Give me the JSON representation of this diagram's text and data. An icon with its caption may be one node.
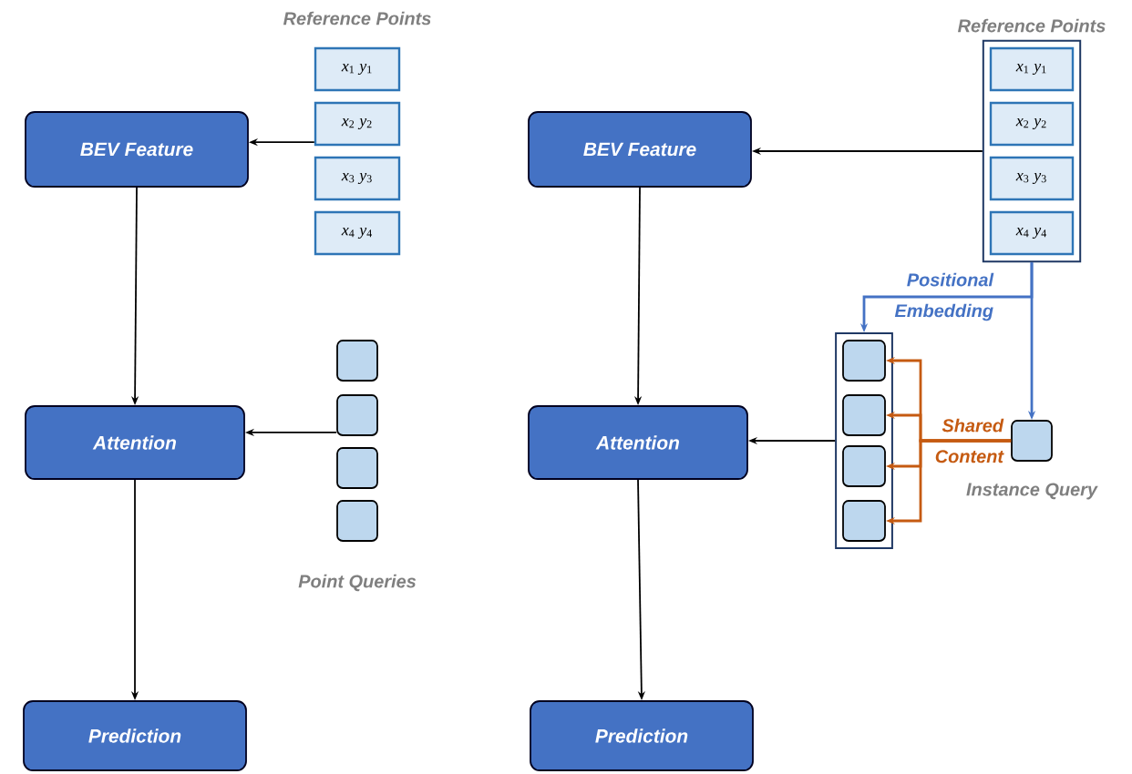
{
  "diagram": {
    "nodes": [
      {
        "text": [
          "BEV Feature"
        ]
      },
      {
        "text": [
          "Attention"
        ]
      },
      {
        "text": [
          "Prediction"
        ]
      },
      {
        "text": [
          "*x*$_{1}$ *y*$_{1}$"
        ]
      },
      {
        "text": [
          "*x*$_{2}$ *y*$_{2}$"
        ]
      },
      {
        "text": [
          "*x*$_{3}$ *y*$_{3}$"
        ]
      },
      {
        "text": [
          "*x*$_{4}$ *y*$_{4}$"
        ]
      },
      {
        "text": [],
        "shape": "box"
      },
      {
        "text": [],
        "shape": "box"
      },
      {
        "text": [],
        "shape": "box"
      },
      {
        "text": [],
        "shape": "box"
      },
      {
        "text": [
          "BEV Feature"
        ]
      },
      {
        "text": [
          "Attention"
        ]
      },
      {
        "text": [
          "Prediction"
        ]
      },
      {
        "text": [
          "Reference Points"
        ]
      },
      {
        "text": [
          "*x*$_{1}$ *y*$_{1}$"
        ],
        "in": 14
      },
      {
        "text": [
          "*x*$_{2}$ *y*$_{2}$"
        ],
        "in": 14
      },
      {
        "text": [
          "*x*$_{3}$ *y*$_{3}$"
        ],
        "in": 14
      },
      {
        "text": [
          "*x*$_{4}$ *y*$_{4}$"
        ],
        "in": 14
      },
      {
        "text": [],
        "shape": "box"
      },
      {
        "text": [],
        "shape": "box",
        "in": 19
      },
      {
        "text": [],
        "shape": "box",
        "in": 19
      },
      {
        "text": [],
        "shape": "box",
        "in": 19
      },
      {
        "text": [],
        "shape": "box",
        "in": 19
      },
      {
        "text": [],
        "shape": "box",
        "beside": [
          "Instance Query"
        ]
      }
    ],
    "edges": [
      {
        "from": 4,
        "to": 0,
        "arrow": "to"
      },
      {
        "from": 8,
        "to": 1,
        "arrow": "to"
      },
      {
        "from": 0,
        "to": 1,
        "arrow": "to"
      },
      {
        "from": 1,
        "to": 2,
        "arrow": "to"
      },
      {
        "from": 14,
        "to": 11,
        "arrow": "to"
      },
      {
        "from": 14,
        "to": 19,
        "arrow": "to",
        "label": "Positional Embedding",
        "color": "#4472c4"
      },
      {
        "from": 14,
        "to": 24,
        "arrow": "to",
        "color": "#4472c4"
      },
      {
        "from": 24,
        "to": 20,
        "arrow": "to",
        "color": "#c55a11"
      },
      {
        "from": 24,
        "to": 21,
        "arrow": "to",
        "color": "#c55a11",
        "label": "Shared Content"
      },
      {
        "from": 24,
        "to": 22,
        "arrow": "to",
        "color": "#c55a11"
      },
      {
        "from": 24,
        "to": 23,
        "arrow": "to",
        "color": "#c55a11"
      },
      {
        "from": 19,
        "to": 12,
        "arrow": "to"
      },
      {
        "from": 11,
        "to": 12,
        "arrow": "to"
      },
      {
        "from": 12,
        "to": 13,
        "arrow": "to"
      }
    ],
    "labels": [
      "Reference Points",
      "Point Queries"
    ]
  }
}
